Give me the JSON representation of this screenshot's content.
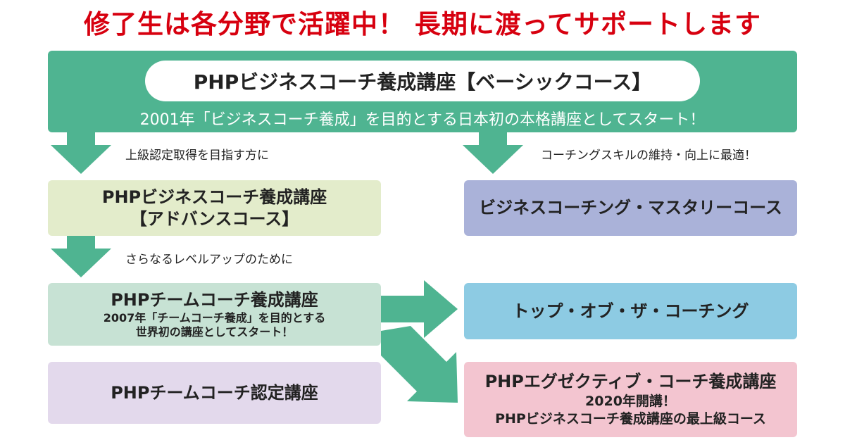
{
  "headline": "修了生は各分野で活躍中！ 長期に渡ってサポートします",
  "basic_course": {
    "title": "PHPビジネスコーチ養成講座【ベーシックコース】",
    "subtitle": "2001年「ビジネスコーチ養成」を目的とする日本初の本格講座としてスタート！"
  },
  "notes": {
    "left_top": "上級認定取得を目指す方に",
    "right_top": "コーチングスキルの維持・向上に最適！",
    "left_mid": "さらなるレベルアップのために"
  },
  "advanced_course": {
    "line1": "PHPビジネスコーチ養成講座",
    "line2": "【アドバンスコース】"
  },
  "mastery_course": {
    "title": "ビジネスコーチング・マスタリーコース"
  },
  "team_course": {
    "title": "PHPチームコーチ養成講座",
    "sub1": "2007年「チームコーチ養成」を目的とする",
    "sub2": "世界初の講座としてスタート！"
  },
  "top_course": {
    "title": "トップ・オブ・ザ・コーチング"
  },
  "team_cert": {
    "title": "PHPチームコーチ認定講座"
  },
  "exec_course": {
    "title": "PHPエグゼクティブ・コーチ養成講座",
    "sub1": "2020年開講！",
    "sub2": "PHPビジネスコーチ養成講座の最上級コース"
  },
  "colors": {
    "headline": "#d7000f",
    "green": "#4fb491",
    "advanced": "#e3eccb",
    "mastery": "#aab2d9",
    "team": "#c7e2d4",
    "top": "#8dcbe3",
    "cert": "#e3d9ec",
    "exec": "#f3c5d0"
  }
}
